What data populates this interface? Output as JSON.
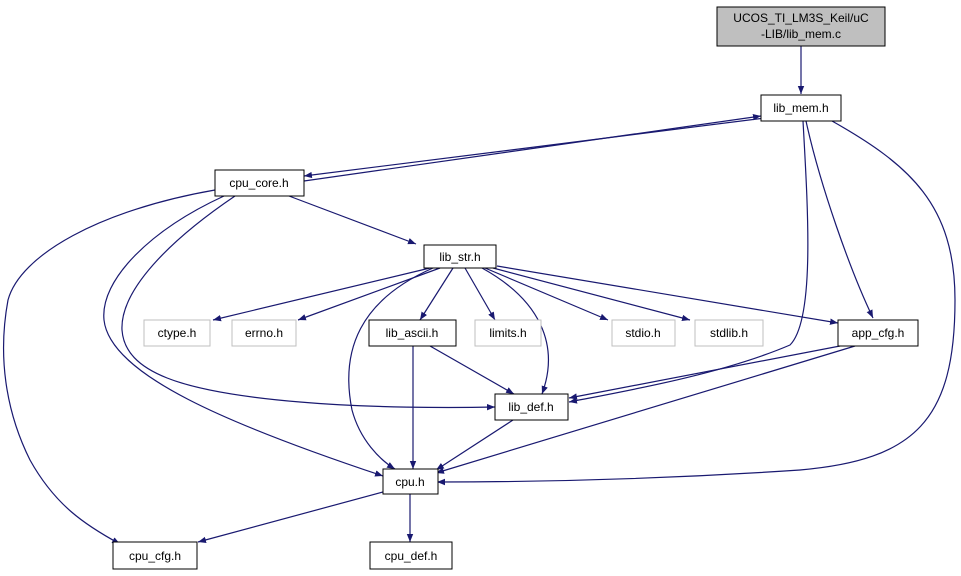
{
  "graph": {
    "colors": {
      "edge": "#191970",
      "root_fill": "#bfbfbf",
      "node_border": "#000000",
      "external_border": "#bfbfbf"
    },
    "nodes": {
      "root_line1": "UCOS_TI_LM3S_Keil/uC",
      "root_line2": "-LIB/lib_mem.c",
      "lib_mem": "lib_mem.h",
      "cpu_core": "cpu_core.h",
      "lib_str": "lib_str.h",
      "ctype": "ctype.h",
      "errno": "errno.h",
      "lib_ascii": "lib_ascii.h",
      "limits": "limits.h",
      "stdio": "stdio.h",
      "stdlib": "stdlib.h",
      "app_cfg": "app_cfg.h",
      "lib_def": "lib_def.h",
      "cpu": "cpu.h",
      "cpu_cfg": "cpu_cfg.h",
      "cpu_def": "cpu_def.h"
    }
  }
}
